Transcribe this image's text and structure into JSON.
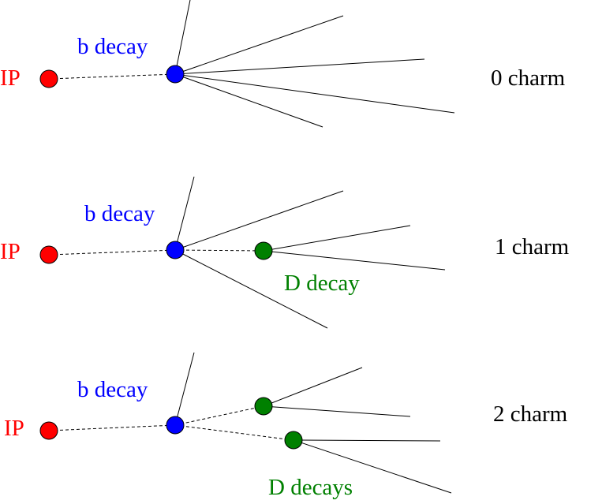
{
  "colors": {
    "ip": "#ff0000",
    "b_vertex": "#0000ff",
    "d_vertex": "#008000",
    "track": "#000000"
  },
  "panels": [
    {
      "ip_label": "IP",
      "b_label": "b decay",
      "d_label": "",
      "charm_label": "0 charm"
    },
    {
      "ip_label": "IP",
      "b_label": "b decay",
      "d_label": "D decay",
      "charm_label": "1 charm"
    },
    {
      "ip_label": "IP",
      "b_label": "b decay",
      "d_label": "D decays",
      "charm_label": "2 charm"
    }
  ]
}
